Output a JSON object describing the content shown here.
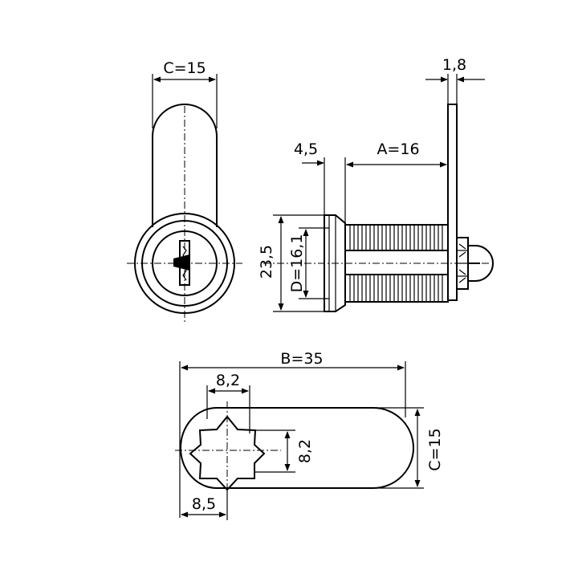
{
  "dimensions": {
    "c_top": "C=15",
    "t_1_8": "1,8",
    "t_4_5": "4,5",
    "a_16": "A=16",
    "t_23_5": "23,5",
    "d_16_1": "D=16,1",
    "b_35": "B=35",
    "t_8_2_h": "8,2",
    "t_8_2_v": "8,2",
    "c_right": "C=15",
    "t_8_5": "8,5"
  }
}
